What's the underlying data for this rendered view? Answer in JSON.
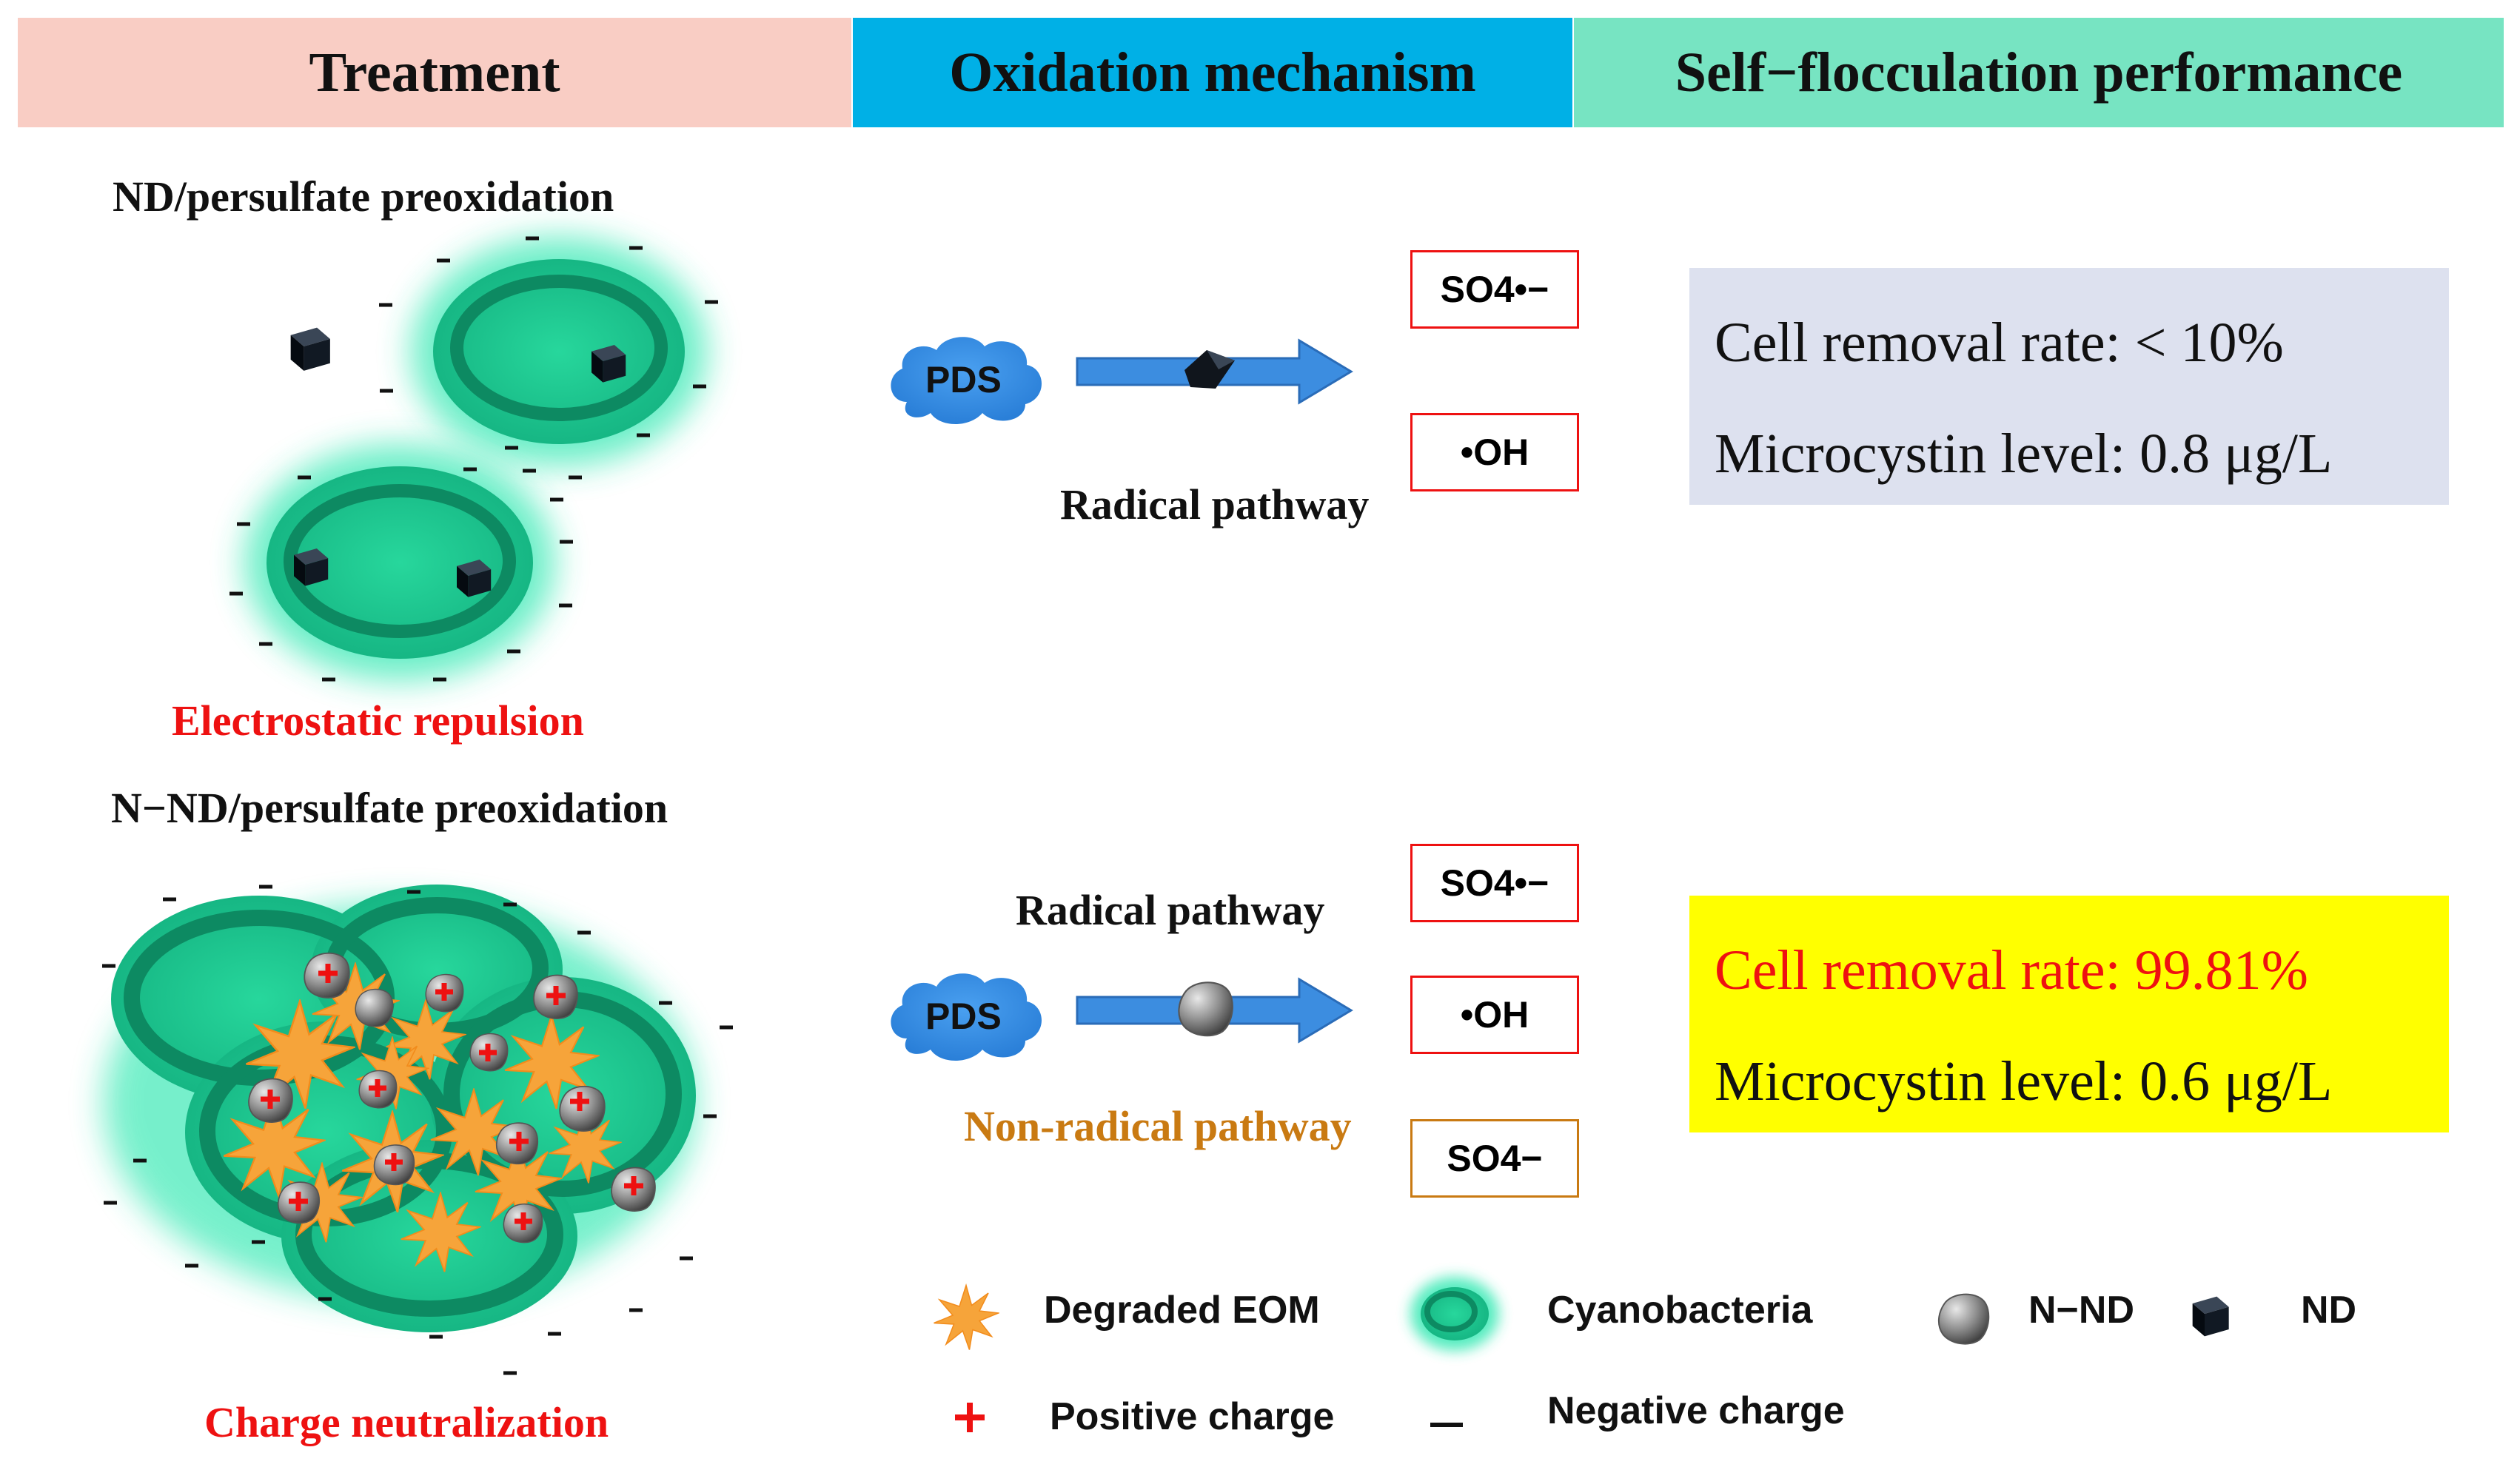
{
  "headers": {
    "treatment": "Treatment",
    "oxidation": "Oxidation mechanism",
    "performance": "Self−flocculation performance"
  },
  "top": {
    "title": "ND/persulfate preoxidation",
    "caption": "Electrostatic repulsion",
    "pds": "PDS",
    "pathway": "Radical pathway",
    "species": [
      "SO4•−",
      "•OH"
    ],
    "result": {
      "removal": "Cell removal rate: < 10%",
      "microcystin": "Microcystin level: 0.8 μg/L"
    }
  },
  "bottom": {
    "title": "N−ND/persulfate preoxidation",
    "caption": "Charge neutralization",
    "pds": "PDS",
    "radical_pathway": "Radical pathway",
    "nonradical_pathway": "Non-radical pathway",
    "species": [
      "SO4•−",
      "•OH",
      "SO4−"
    ],
    "result": {
      "removal": "Cell removal rate: 99.81%",
      "microcystin": "Microcystin level: 0.6 μg/L"
    }
  },
  "legend": {
    "degraded_eom": "Degraded EOM",
    "cyanobacteria": "Cyanobacteria",
    "nnd": "N−ND",
    "nd": "ND",
    "positive_charge": "Positive charge",
    "negative_charge": "Negative charge"
  },
  "colors": {
    "treatment_header": "#f9cdc4",
    "oxidation_header": "#00b0e6",
    "performance_header": "#77e4c2",
    "top_result_bg": "#dde1ef",
    "bottom_result_bg": "#ffff00",
    "red_text": "#ee1111",
    "orange_text": "#c97a12",
    "cell": "#18c08d",
    "arrow": "#3c8de0",
    "eom": "#f5a53c"
  }
}
